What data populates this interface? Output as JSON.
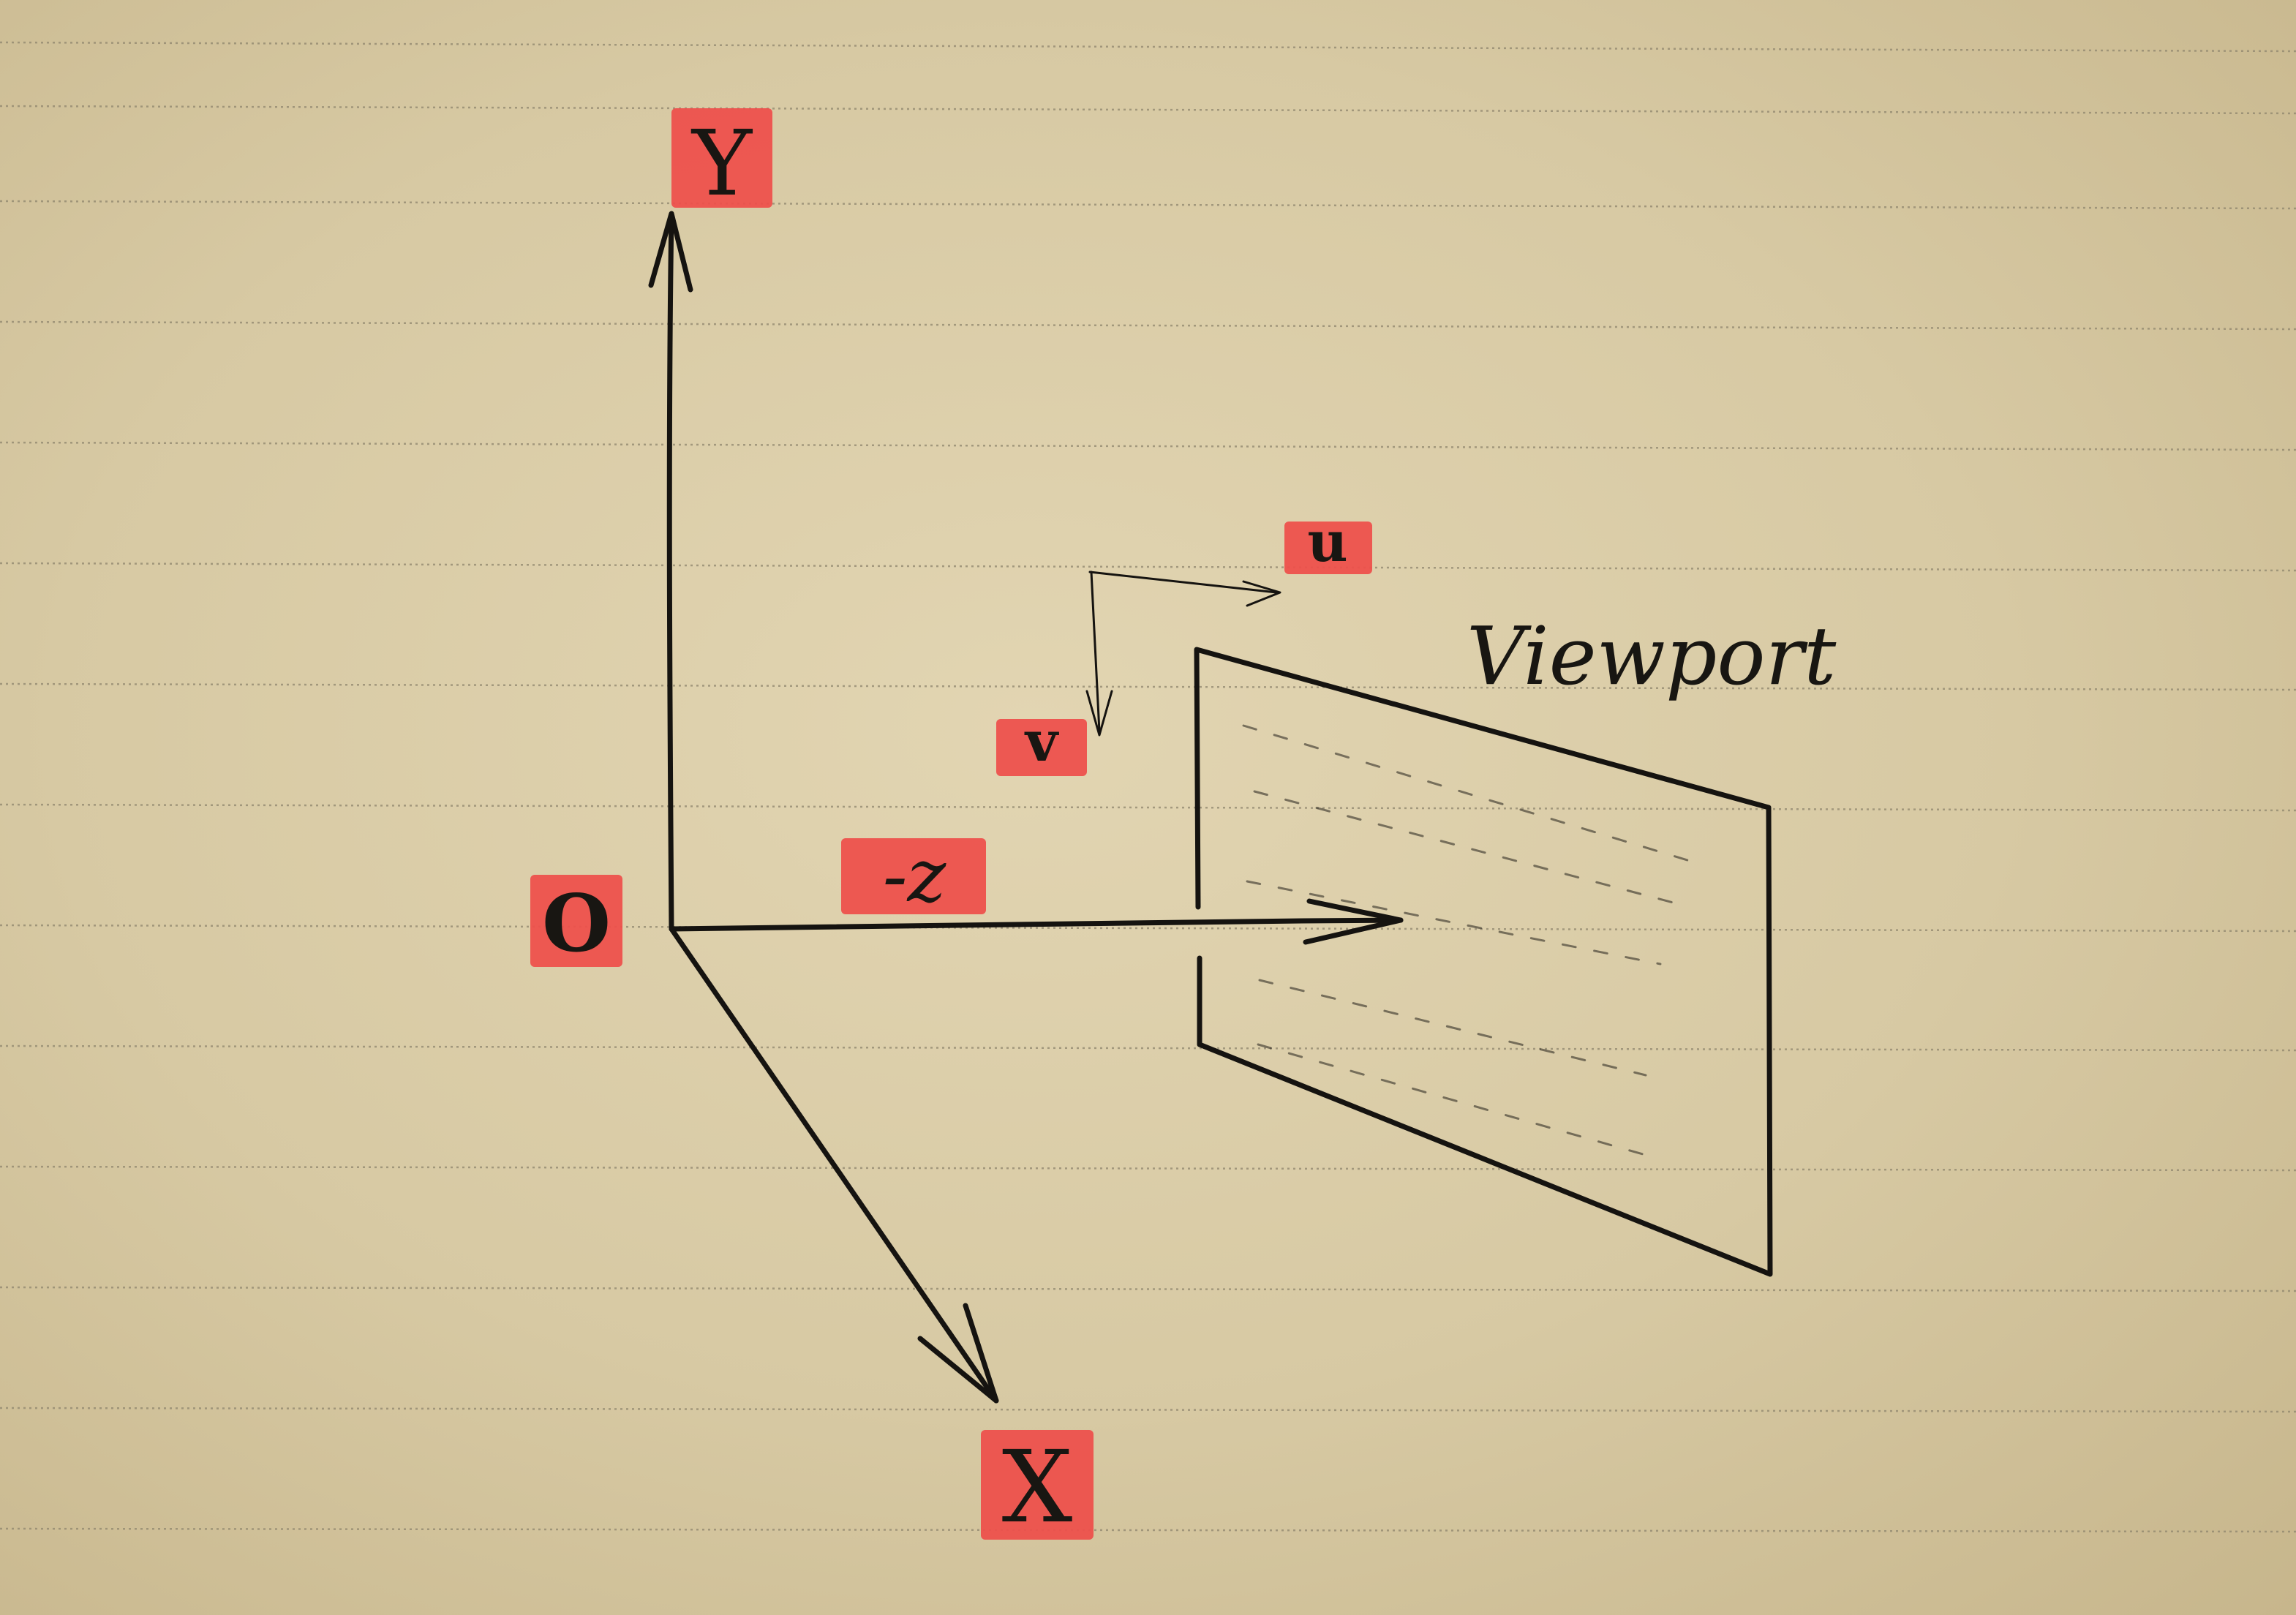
{
  "labels": {
    "y_axis": "Y",
    "x_axis": "X",
    "neg_z_axis": "-z",
    "origin": "O",
    "u_vector": "u",
    "v_vector": "v",
    "viewport": "Viewport"
  },
  "colors": {
    "paper": "#dccfab",
    "ink": "#151310",
    "highlighter": "#ee4f4a",
    "ruled_line": "#8f866e"
  }
}
